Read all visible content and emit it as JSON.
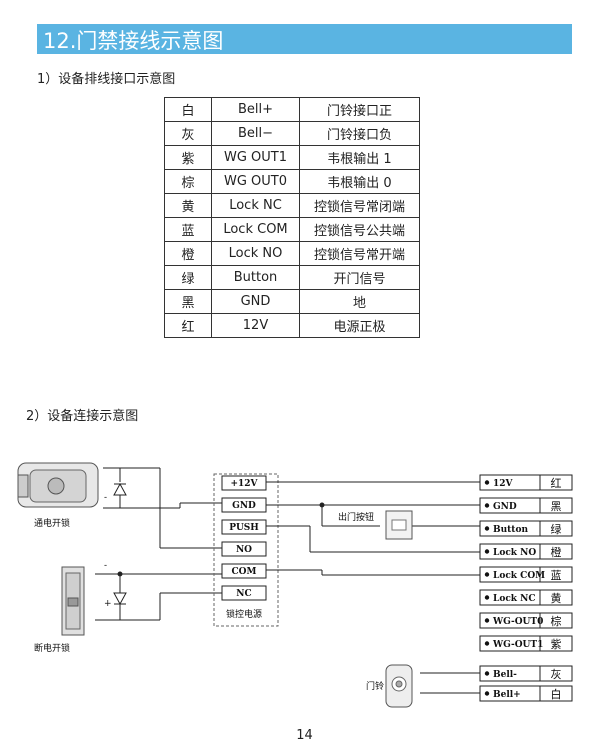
{
  "header": {
    "title": "12.门禁接线示意图"
  },
  "section1": {
    "title": "1）设备排线接口示意图"
  },
  "wire_table": [
    [
      "白",
      "Bell+",
      "门铃接口正"
    ],
    [
      "灰",
      "Bell−",
      "门铃接口负"
    ],
    [
      "紫",
      "WG OUT1",
      "韦根输出 1"
    ],
    [
      "棕",
      "WG OUT0",
      "韦根输出 0"
    ],
    [
      "黄",
      "Lock NC",
      "控锁信号常闭端"
    ],
    [
      "蓝",
      "Lock COM",
      "控锁信号公共端"
    ],
    [
      "橙",
      "Lock NO",
      "控锁信号常开端"
    ],
    [
      "绿",
      "Button",
      "开门信号"
    ],
    [
      "黑",
      "GND",
      "地"
    ],
    [
      "红",
      "12V",
      "电源正极"
    ]
  ],
  "section2": {
    "title": "2）设备连接示意图"
  },
  "diagram": {
    "lock1_label": "通电开锁",
    "lock2_label": "断电开锁",
    "power_terms": [
      "+12V",
      "GND",
      "PUSH",
      "NO",
      "COM",
      "NC"
    ],
    "power_label": "锁控电源",
    "exit_button_label": "出门按钮",
    "bell_label": "门铃",
    "plus": "+",
    "minus": "-",
    "device_terms": [
      {
        "name": "12V",
        "color": "红"
      },
      {
        "name": "GND",
        "color": "黑"
      },
      {
        "name": "Button",
        "color": "绿"
      },
      {
        "name": "Lock NO",
        "color": "橙"
      },
      {
        "name": "Lock COM",
        "color": "蓝"
      },
      {
        "name": "Lock NC",
        "color": "黄"
      },
      {
        "name": "WG-OUT0",
        "color": "棕"
      },
      {
        "name": "WG-OUT1",
        "color": "紫"
      },
      {
        "name": "Bell-",
        "color": "灰"
      },
      {
        "name": "Bell+",
        "color": "白"
      }
    ]
  },
  "footer": {
    "page": "14"
  }
}
